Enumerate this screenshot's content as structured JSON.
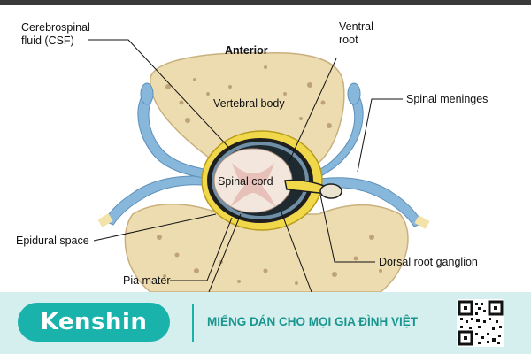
{
  "diagram": {
    "labels": {
      "csf": [
        "Cerebrospinal",
        "fluid (CSF)"
      ],
      "anterior": "Anterior",
      "ventral_root": [
        "Ventral",
        "root"
      ],
      "spinal_meninges": "Spinal meninges",
      "vertebral_body": "Vertebral body",
      "spinal_cord": "Spinal cord",
      "epidural_space": "Epidural space",
      "dorsal_root_ganglion": "Dorsal root ganglion",
      "pia_mater": "Pia mater"
    },
    "colors": {
      "bone": "#ecdcb0",
      "bone_pore": "#b79a6c",
      "nerve": "#88b7dc",
      "fat": "#f0d84a",
      "meninges": "#1f1f1f",
      "cord": "#f3e6dc"
    }
  },
  "footer": {
    "brand": "Kenshin",
    "slogan": "MIẾNG DÁN CHO MỌI GIA ĐÌNH VIỆT",
    "qr_icon": "qr-code-icon",
    "colors": {
      "band": "#d4efee",
      "accent": "#19b3ab"
    }
  }
}
